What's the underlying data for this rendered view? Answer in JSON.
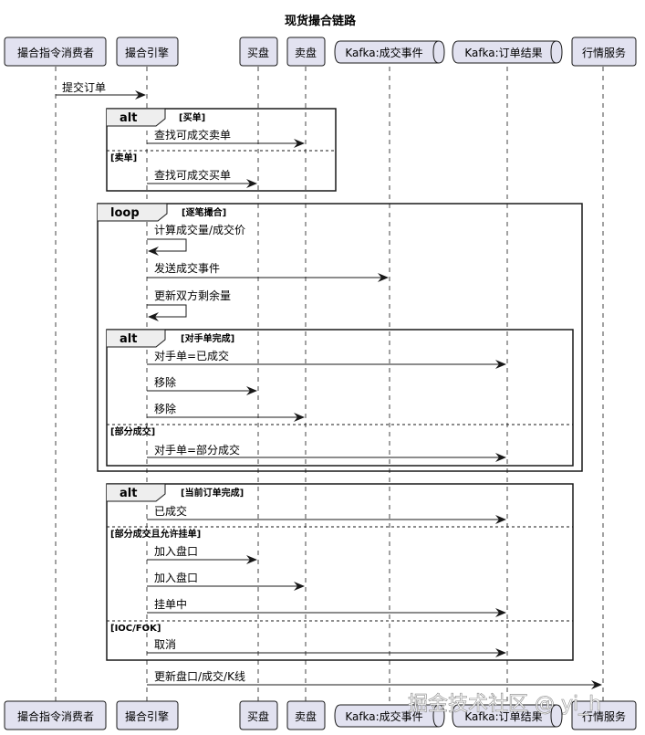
{
  "diagram": {
    "title": "现货撮合链路",
    "watermark": "掘金技术社区 @ yi_h",
    "participants": [
      {
        "id": "consumer",
        "label": "撮合指令消费者",
        "kind": "participant"
      },
      {
        "id": "engine",
        "label": "撮合引擎",
        "kind": "participant"
      },
      {
        "id": "buy",
        "label": "买盘",
        "kind": "participant"
      },
      {
        "id": "sell",
        "label": "卖盘",
        "kind": "participant"
      },
      {
        "id": "kafkaTrade",
        "label": "Kafka:成交事件",
        "kind": "queue"
      },
      {
        "id": "kafkaOrder",
        "label": "Kafka:订单结果",
        "kind": "queue"
      },
      {
        "id": "market",
        "label": "行情服务",
        "kind": "participant"
      }
    ],
    "messages": [
      {
        "from": "consumer",
        "to": "engine",
        "label": "提交订单"
      },
      {
        "from": "engine",
        "to": "sell",
        "label": "查找可成交卖单"
      },
      {
        "from": "engine",
        "to": "buy",
        "label": "查找可成交买单"
      },
      {
        "from": "engine",
        "to": "engine",
        "label": "计算成交量/成交价"
      },
      {
        "from": "engine",
        "to": "kafkaTrade",
        "label": "发送成交事件"
      },
      {
        "from": "engine",
        "to": "engine",
        "label": "更新双方剩余量"
      },
      {
        "from": "engine",
        "to": "kafkaOrder",
        "label": "对手单=已成交"
      },
      {
        "from": "engine",
        "to": "buy",
        "label": "移除"
      },
      {
        "from": "engine",
        "to": "sell",
        "label": "移除"
      },
      {
        "from": "engine",
        "to": "kafkaOrder",
        "label": "对手单=部分成交"
      },
      {
        "from": "engine",
        "to": "kafkaOrder",
        "label": "已成交"
      },
      {
        "from": "engine",
        "to": "buy",
        "label": "加入盘口"
      },
      {
        "from": "engine",
        "to": "sell",
        "label": "加入盘口"
      },
      {
        "from": "engine",
        "to": "kafkaOrder",
        "label": "挂单中"
      },
      {
        "from": "engine",
        "to": "kafkaOrder",
        "label": "取消"
      },
      {
        "from": "engine",
        "to": "market",
        "label": "更新盘口/成交/K线"
      }
    ],
    "fragments": [
      {
        "kind": "alt",
        "guards": [
          "[买单]",
          "[卖单]"
        ]
      },
      {
        "kind": "loop",
        "guards": [
          "[逐笔撮合]"
        ]
      },
      {
        "kind": "alt",
        "guards": [
          "[对手单完成]",
          "[部分成交]"
        ]
      },
      {
        "kind": "alt",
        "guards": [
          "[当前订单完成]",
          "[部分成交且允许挂单]",
          "[IOC/FOK]"
        ]
      }
    ]
  }
}
